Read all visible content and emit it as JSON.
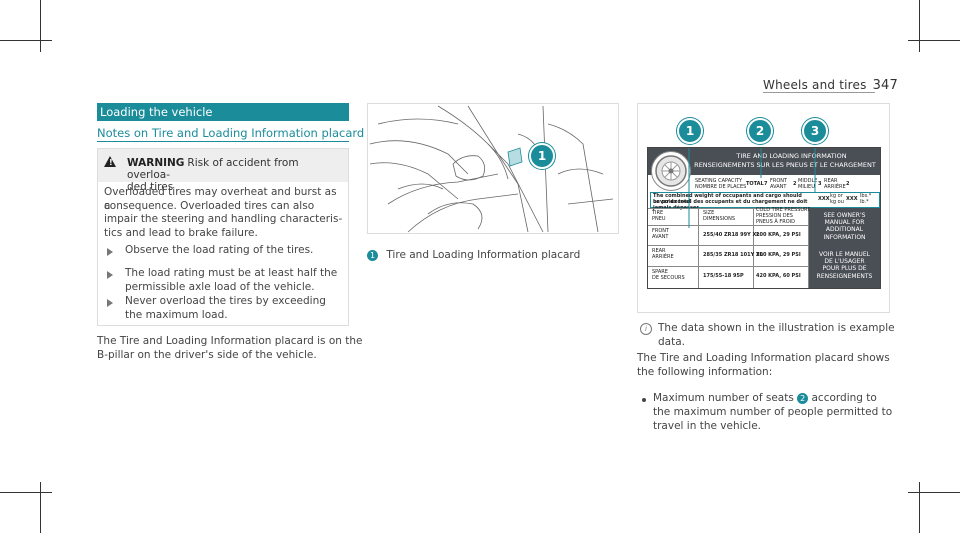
{
  "header": {
    "section": "Wheels and tires",
    "page": "347"
  },
  "left": {
    "section_bar": "Loading the vehicle",
    "subtitle": "Notes on Tire and Loading Information placard",
    "warning": {
      "label": "WARNING",
      "head_line1": "Risk of accident from overloa-",
      "head_line2": "ded tires",
      "para": [
        "Overloaded tires may overheat and burst as a",
        "consequence. Overloaded tires can also",
        "impair the steering and handling characteris-",
        "tics and lead to brake failure."
      ],
      "step1": "Observe the load rating of the tires.",
      "step2_lines": [
        "The load rating must be at least half the",
        "permissible axle load of the vehicle."
      ],
      "step3_lines": [
        "Never overload the tires by exceeding",
        "the maximum load."
      ]
    },
    "body_lines": [
      "The Tire and Loading Information placard is on the",
      "B-pillar on the driver's side of the vehicle."
    ]
  },
  "middle": {
    "callout": "1",
    "caption_num": "1",
    "caption": "Tire and Loading Information placard"
  },
  "right": {
    "callouts": [
      "1",
      "2",
      "3"
    ],
    "placard": {
      "title1": "TIRE AND LOADING INFORMATION",
      "title2": "RENSEIGNEMENTS SUR LES PNEUS ET LE CHARGEMENT",
      "seating1": "SEATING CAPACITY",
      "seating2": "NOMBRE DE PLACES",
      "total": "TOTAL",
      "total_val": "7",
      "front1": "FRONT",
      "front2": "AVANT",
      "front_val": "2",
      "middle1": "MIDDLE",
      "middle2": "MILIEU",
      "middle_val": "3",
      "rear1": "REAR",
      "rear2": "ARRIÈRE",
      "rear_val": "2",
      "combined1": "The combined weight of occupants and cargo should never exceed",
      "combined2": "Le poids total des occupants et du chargement ne doit jamais dépasser",
      "xxx1": "XXX",
      "kgor": "kg or",
      "kgou": "kg ou",
      "xxx2": "XXX",
      "lbs1": "lbs.*",
      "lbs2": "lb.*",
      "col_tire1": "TIRE",
      "col_tire2": "PNEU",
      "col_size1": "SIZE",
      "col_size2": "DIMENSIONS",
      "col_cold1": "COLD TIRE PRESSURE",
      "col_cold2": "PRESSION DES",
      "col_cold3": "PNEUS À FROID",
      "rows": [
        {
          "l1": "FRONT",
          "l2": "AVANT",
          "size": "255/40 ZR18 99Y XL",
          "pressure": "200 KPA, 29 PSI"
        },
        {
          "l1": "REAR",
          "l2": "ARRIÈRE",
          "size": "285/35 ZR18 101Y XL",
          "pressure": "200 KPA, 29 PSI"
        },
        {
          "l1": "SPARE",
          "l2": "DE SECOURS",
          "size": "175/55-18 95P",
          "pressure": "420 KPA, 60 PSI"
        }
      ],
      "see1": "SEE OWNER'S",
      "see2": "MANUAL FOR",
      "see3": "ADDITIONAL",
      "see4": "INFORMATION",
      "voir1": "VOIR LE MANUEL",
      "voir2": "DE L'USAGER",
      "voir3": "POUR PLUS DE",
      "voir4": "RENSEIGNEMENTS"
    },
    "note_line1": "The data shown in the illustration is example",
    "note_line2": "data.",
    "intro_line1": "The Tire and Loading Information placard shows",
    "intro_line2": "the following information:",
    "bullet_pre": "Maximum number of seats",
    "bullet_num": "2",
    "bullet_post": "according to",
    "bullet_line2": "the maximum number of people permitted to",
    "bullet_line3": "travel in the vehicle."
  },
  "colors": {
    "accent": "#1a8c9a",
    "placard_dark": "#4a4e55"
  }
}
